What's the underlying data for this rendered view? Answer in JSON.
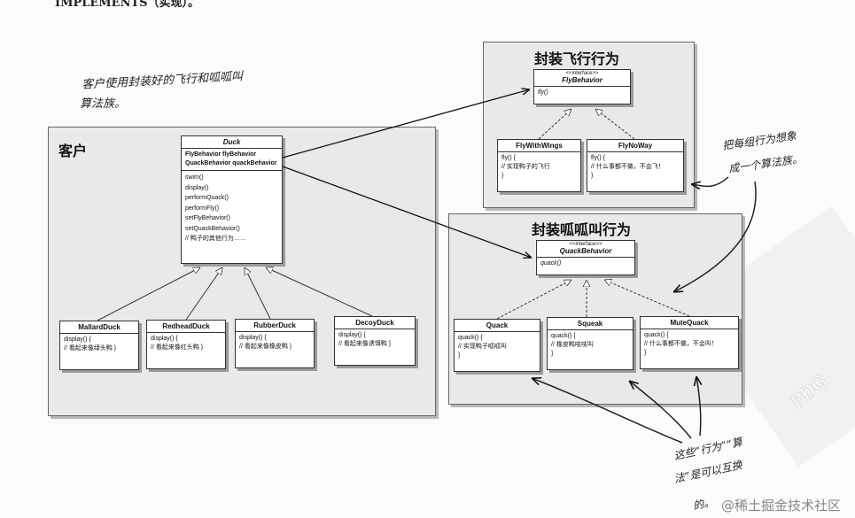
{
  "header_text": "IMPLEMENTS（实现）。",
  "notes": {
    "client_note": [
      "客户使用封装好的飞行和呱呱叫",
      "算法族。"
    ],
    "fly_note": [
      "把每组行为想象",
      "成一个算法族。"
    ],
    "swap_note": [
      "这些“行为”“算",
      "法”是可以互换",
      "的。"
    ],
    "strike": "行为"
  },
  "client_group": {
    "title": "客户"
  },
  "duck": {
    "name": "Duck",
    "fields": [
      "FlyBehavior flyBehavior",
      "QuackBehavior quackBehavior"
    ],
    "methods": [
      "swim()",
      "display()",
      "performQuack()",
      "performFly()",
      "setFlyBehavior()",
      "setQuackBehavior()",
      "// 鸭子的其他行为……"
    ]
  },
  "subclasses": [
    {
      "name": "MallardDuck",
      "lines": [
        "display() {",
        "// 看起来像绿头鸭 }"
      ]
    },
    {
      "name": "RedheadDuck",
      "lines": [
        "display() {",
        "// 看起来像红头鸭 }"
      ]
    },
    {
      "name": "RubberDuck",
      "lines": [
        "display() {",
        "// 看起来像橡皮鸭 }"
      ]
    },
    {
      "name": "DecoyDuck",
      "lines": [
        "display() {",
        "// 看起来像诱饵鸭 }"
      ]
    }
  ],
  "fly_group": {
    "title": "封装飞行行为",
    "interface": {
      "stereotype": "<<interface>>",
      "name": "FlyBehavior",
      "method": "fly()"
    },
    "impls": [
      {
        "name": "FlyWithWings",
        "lines": [
          "fly() {",
          "// 实现鸭子的飞行",
          "}"
        ]
      },
      {
        "name": "FlyNoWay",
        "lines": [
          "fly() {",
          "// 什么事都不做，不会飞！",
          "}"
        ]
      }
    ]
  },
  "quack_group": {
    "title": "封装呱呱叫行为",
    "interface": {
      "stereotype": "<<interface>>",
      "name": "QuackBehavior",
      "method": "quack()"
    },
    "impls": [
      {
        "name": "Quack",
        "lines": [
          "quack() {",
          "// 实现鸭子呱呱叫",
          "}"
        ]
      },
      {
        "name": "Squeak",
        "lines": [
          "quack() {",
          "// 橡皮鸭吱吱叫",
          "}"
        ]
      },
      {
        "name": "MuteQuack",
        "lines": [
          "quack() {",
          "// 什么事都不做，不会叫！",
          "}"
        ]
      }
    ]
  },
  "watermark": "@稀土掘金技术社区",
  "pdg": "PDG"
}
